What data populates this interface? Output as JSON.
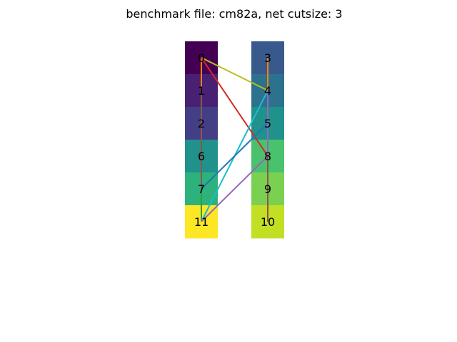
{
  "title": "benchmark file: cm82a, net cutsize: 3",
  "partitions": [
    {
      "nodes": [
        {
          "label": "0",
          "color": "#440154"
        },
        {
          "label": "1",
          "color": "#482173"
        },
        {
          "label": "2",
          "color": "#433e85"
        },
        {
          "label": "6",
          "color": "#21918c"
        },
        {
          "label": "7",
          "color": "#2db27d"
        },
        {
          "label": "11",
          "color": "#fde725"
        }
      ]
    },
    {
      "nodes": [
        {
          "label": "3",
          "color": "#38598c"
        },
        {
          "label": "4",
          "color": "#2c728e"
        },
        {
          "label": "5",
          "color": "#21918c"
        },
        {
          "label": "8",
          "color": "#4ac16d"
        },
        {
          "label": "9",
          "color": "#7ad151"
        },
        {
          "label": "10",
          "color": "#c2df23"
        }
      ]
    }
  ],
  "edges": [
    {
      "from": [
        0,
        0
      ],
      "to": [
        0,
        5
      ],
      "color": "#2ca02c"
    },
    {
      "from": [
        0,
        0
      ],
      "to": [
        0,
        4
      ],
      "color": "#8c564b"
    },
    {
      "from": [
        0,
        0
      ],
      "to": [
        0,
        1
      ],
      "color": "#ff7f0e"
    },
    {
      "from": [
        0,
        0
      ],
      "to": [
        1,
        1
      ],
      "color": "#bcbd22"
    },
    {
      "from": [
        0,
        0
      ],
      "to": [
        1,
        3
      ],
      "color": "#d62728"
    },
    {
      "from": [
        1,
        0
      ],
      "to": [
        1,
        1
      ],
      "color": "#ff7f0e"
    },
    {
      "from": [
        1,
        1
      ],
      "to": [
        0,
        5
      ],
      "color": "#17becf"
    },
    {
      "from": [
        1,
        2
      ],
      "to": [
        0,
        4
      ],
      "color": "#1f77b4"
    },
    {
      "from": [
        1,
        1
      ],
      "to": [
        1,
        3
      ],
      "color": "#9467bd"
    },
    {
      "from": [
        1,
        3
      ],
      "to": [
        0,
        5
      ],
      "color": "#9467bd"
    },
    {
      "from": [
        1,
        3
      ],
      "to": [
        1,
        5
      ],
      "color": "#8c564b"
    }
  ]
}
